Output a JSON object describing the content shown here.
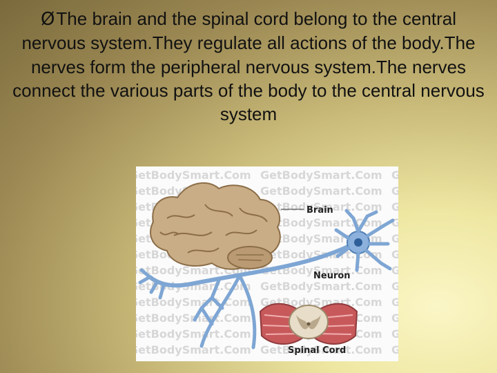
{
  "slide": {
    "bullet_symbol": "Ø",
    "text": "The brain and the spinal cord belong to the central nervous system.They regulate all actions of the body.The nerves form the peripheral nervous system.The nerves connect the various parts of the body to the central nervous system"
  },
  "figure": {
    "watermark": "GetBodySmart.Com",
    "labels": {
      "brain": "Brain",
      "neuron": "Neuron",
      "spinal_cord": "Spinal Cord"
    }
  },
  "colors": {
    "brain": "#c4a882",
    "nerve": "#7ea6d4",
    "muscle": "#c8595b",
    "background_light": "#fbf6c6",
    "background_dark": "#7a6a3c"
  }
}
